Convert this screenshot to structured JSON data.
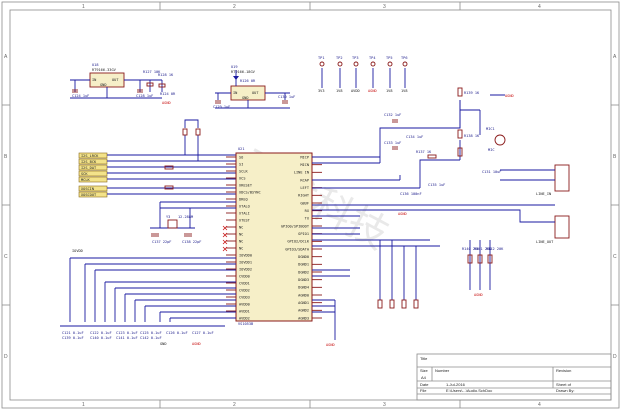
{
  "grid": {
    "columns": [
      "1",
      "2",
      "3",
      "4"
    ],
    "rows": [
      "A",
      "B",
      "C",
      "D"
    ]
  },
  "regulators": [
    {
      "ref": "U18",
      "name": "RT9166-33GV",
      "pins": [
        "IN",
        "OUT",
        "GND"
      ],
      "caps": [
        "C124 1uF",
        "C128 1uF"
      ],
      "res": [
        "R127 10K",
        "R128 1K",
        "R124 0R"
      ]
    },
    {
      "ref": "U19",
      "name": "RT9166-18GV",
      "pins": [
        "IN",
        "OUT",
        "GND"
      ],
      "caps": [
        "C129 1uF",
        "C130 1uF"
      ],
      "res": [
        "R126 0R"
      ]
    }
  ],
  "test_points": [
    "3V3",
    "1V8",
    "AVDD",
    "AGND",
    "1V8",
    "1V8"
  ],
  "test_point_refs": [
    "TP1",
    "TP2",
    "TP3",
    "TP4",
    "TP5",
    "TP6"
  ],
  "left_signals": [
    "I2S_LRCK",
    "I2S_BCK",
    "I2S_DAT",
    "SCK",
    "MCLK",
    "XOSCIN",
    "XOSCOUT"
  ],
  "ic": {
    "ref": "U21",
    "name": "VS1053B",
    "left_pins": [
      "SO",
      "SI",
      "SCLK",
      "XCS",
      "XRESET",
      "XDCS/BSYNC",
      "DREQ",
      "XTALO",
      "XTALI",
      "XTEST",
      "NC",
      "NC",
      "NC",
      "NC",
      "IOVDD0",
      "IOVDD1",
      "IOVDD2",
      "CVDD0",
      "CVDD1",
      "CVDD2",
      "CVDD3",
      "AVDD0",
      "AVDD1",
      "AVDD2"
    ],
    "right_pins": [
      "MICP",
      "MICN",
      "LINE IN",
      "RCAP",
      "LEFT",
      "RIGHT",
      "GBUF",
      "RX",
      "TX",
      "GPIO0/SPIBOOT",
      "GPIO1",
      "GPIO2/DCLK",
      "GPIO3/SDATA",
      "DGND0",
      "DGND1",
      "DGND2",
      "DGND3",
      "DGND4",
      "AGND0",
      "AGND1",
      "AGND2",
      "AGND3"
    ]
  },
  "crystal": {
    "ref": "Y3",
    "value": "12.288M",
    "caps": [
      "C137 22pF",
      "C138 22pF"
    ]
  },
  "mic": {
    "ref": "MIC1",
    "label": "MIC",
    "res": [
      "R139 1K",
      "R138 1K",
      "R137 1K"
    ],
    "caps": [
      "C132 1uF",
      "C133 1uF"
    ]
  },
  "outputs": [
    "LINE_IN",
    "LINE_OUT"
  ],
  "output_res": [
    "R140 20K",
    "R141 20K",
    "R142 20K"
  ],
  "decoupling": [
    "C121 0.1uF",
    "C122 0.1uF",
    "C123 0.1uF",
    "C125 0.1uF",
    "C126 0.1uF",
    "C127 0.1uF",
    "C139 0.1uF",
    "C140 0.1uF",
    "C141 0.1uF",
    "C142 0.1uF"
  ],
  "misc_caps": [
    "C134 1uF",
    "C135 1uF",
    "C136 100nF",
    "C131 10uF"
  ],
  "net_labels": {
    "agnd": "AGND",
    "gnd": "GND",
    "iovdd": "IOVDD"
  },
  "title_block": {
    "title_label": "Title",
    "size_label": "Size",
    "size": "A4",
    "number_label": "Number",
    "revision_label": "Revision",
    "date_label": "Date",
    "date": "1-Jul-2016",
    "sheet_label": "Sheet  of",
    "file_label": "File",
    "file": "E:\\Users\\...\\Audio.SchDoc",
    "drawn_label": "Drawn By:"
  },
  "watermark": "飞龙科技",
  "colors": {
    "wire": "#1a1aa0",
    "part": "#8a1a1a",
    "net_red": "#c81414",
    "label_fill": "#f3e38a",
    "frame": "#8c8c8c"
  }
}
